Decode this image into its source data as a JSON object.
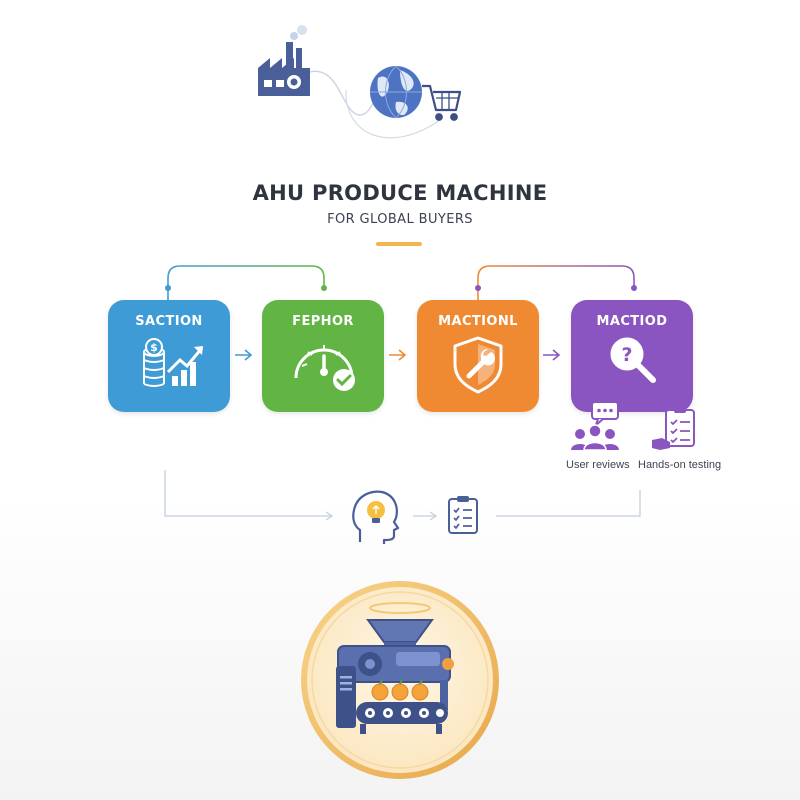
{
  "header": {
    "title": "AHU PRODUCE MACHINE",
    "subtitle": "FOR GLOBAL BUYERS"
  },
  "steps": [
    {
      "label": "SACTION",
      "icon": "money-growth-icon",
      "color": "#3f9bd6"
    },
    {
      "label": "FEPHOR",
      "icon": "gauge-check-icon",
      "color": "#62b545"
    },
    {
      "label": "MACTIONL",
      "icon": "shield-wrench-icon",
      "color": "#ef8a33"
    },
    {
      "label": "MACTIOD",
      "icon": "question-magnifier-icon",
      "color": "#8a55c0"
    }
  ],
  "evaluation": {
    "user_reviews": "User reviews",
    "hands_on_testing": "Hands-on testing"
  },
  "icons": {
    "top_left": "factory-icon",
    "top_right": "globe-cart-icon",
    "bottom_left": "idea-head-icon",
    "bottom_right": "checklist-icon",
    "center": "produce-machine-icon"
  }
}
